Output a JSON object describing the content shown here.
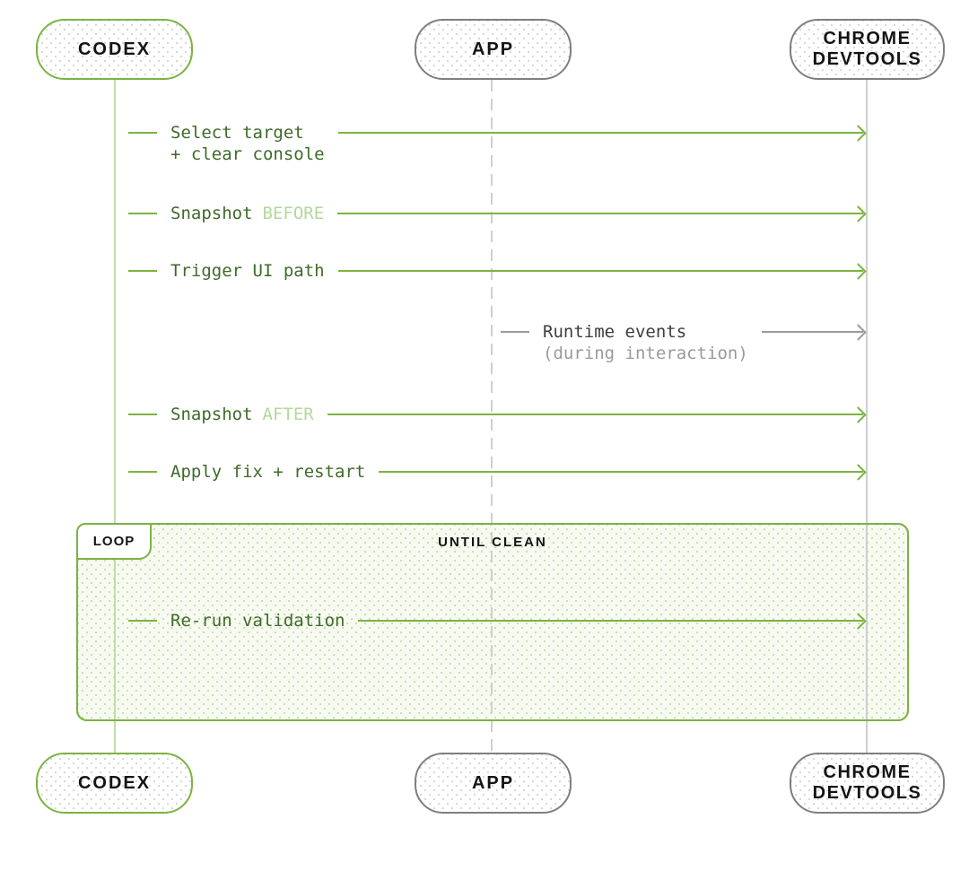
{
  "colors": {
    "green": "#7cb342",
    "green_dark_text": "#3e6b29",
    "green_light_accent": "#b3d79a",
    "green_lifeline": "#c3dda6",
    "gray_border": "#7f7f7f",
    "gray_lifeline": "#cfcfcf",
    "gray_arrow": "#9b9b9b",
    "gray_text": "#3d3d3d",
    "gray_text_light": "#9a9a9a",
    "loop_fill": "#f7faf1"
  },
  "actors": {
    "codex": {
      "label": "CODEX"
    },
    "app": {
      "label": "APP"
    },
    "devtools": {
      "label_line1": "CHROME",
      "label_line2": "DEVTOOLS"
    }
  },
  "loop": {
    "label": "LOOP",
    "condition": "UNTIL CLEAN"
  },
  "messages": [
    {
      "from": "codex",
      "to": "devtools",
      "text": "Select target",
      "text2": "+ clear console"
    },
    {
      "from": "codex",
      "to": "devtools",
      "text": "Snapshot",
      "accent": "BEFORE"
    },
    {
      "from": "codex",
      "to": "devtools",
      "text": "Trigger UI path"
    },
    {
      "from": "app",
      "to": "devtools",
      "text": "Runtime events",
      "text2": "(during interaction)"
    },
    {
      "from": "codex",
      "to": "devtools",
      "text": "Snapshot",
      "accent": "AFTER"
    },
    {
      "from": "codex",
      "to": "devtools",
      "text": "Apply fix + restart"
    },
    {
      "from": "codex",
      "to": "devtools",
      "text": "Re-run validation"
    }
  ]
}
